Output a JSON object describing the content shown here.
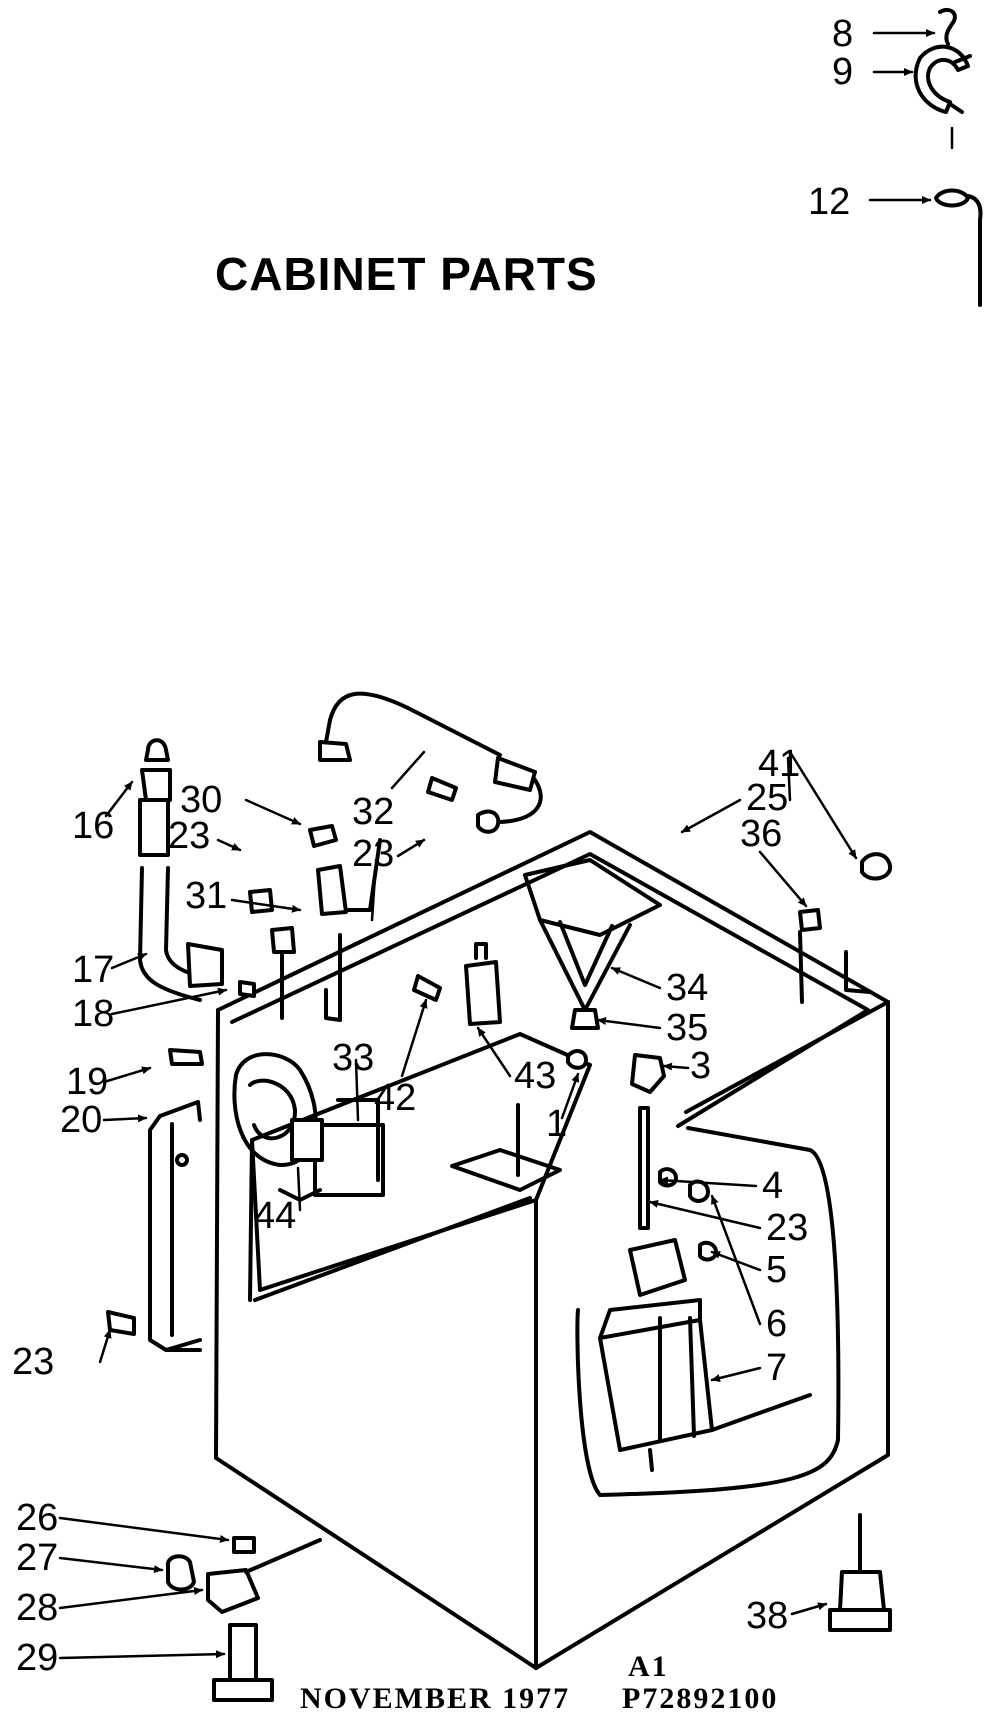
{
  "title": "CABINET PARTS",
  "footer": {
    "date": "NOVEMBER 1977",
    "code_a": "A1",
    "part_number": "P72892100"
  },
  "callouts": [
    {
      "id": "c8",
      "text": "8"
    },
    {
      "id": "c9",
      "text": "9"
    },
    {
      "id": "c12",
      "text": "12"
    },
    {
      "id": "c16",
      "text": "16"
    },
    {
      "id": "c30",
      "text": "30"
    },
    {
      "id": "c32",
      "text": "32"
    },
    {
      "id": "c23a",
      "text": "23"
    },
    {
      "id": "c23b",
      "text": "23"
    },
    {
      "id": "c41",
      "text": "41"
    },
    {
      "id": "c25",
      "text": "25"
    },
    {
      "id": "c36",
      "text": "36"
    },
    {
      "id": "c31",
      "text": "31"
    },
    {
      "id": "c17",
      "text": "17"
    },
    {
      "id": "c18",
      "text": "18"
    },
    {
      "id": "c34",
      "text": "34"
    },
    {
      "id": "c35",
      "text": "35"
    },
    {
      "id": "c33",
      "text": "33"
    },
    {
      "id": "c42",
      "text": "42"
    },
    {
      "id": "c43",
      "text": "43"
    },
    {
      "id": "c3",
      "text": "3"
    },
    {
      "id": "c19",
      "text": "19"
    },
    {
      "id": "c20",
      "text": "20"
    },
    {
      "id": "c1",
      "text": "1"
    },
    {
      "id": "c4",
      "text": "4"
    },
    {
      "id": "c44",
      "text": "44"
    },
    {
      "id": "c23c",
      "text": "23"
    },
    {
      "id": "c5",
      "text": "5"
    },
    {
      "id": "c6",
      "text": "6"
    },
    {
      "id": "c7",
      "text": "7"
    },
    {
      "id": "c23d",
      "text": "23"
    },
    {
      "id": "c26",
      "text": "26"
    },
    {
      "id": "c27",
      "text": "27"
    },
    {
      "id": "c28",
      "text": "28"
    },
    {
      "id": "c29",
      "text": "29"
    },
    {
      "id": "c38",
      "text": "38"
    }
  ]
}
